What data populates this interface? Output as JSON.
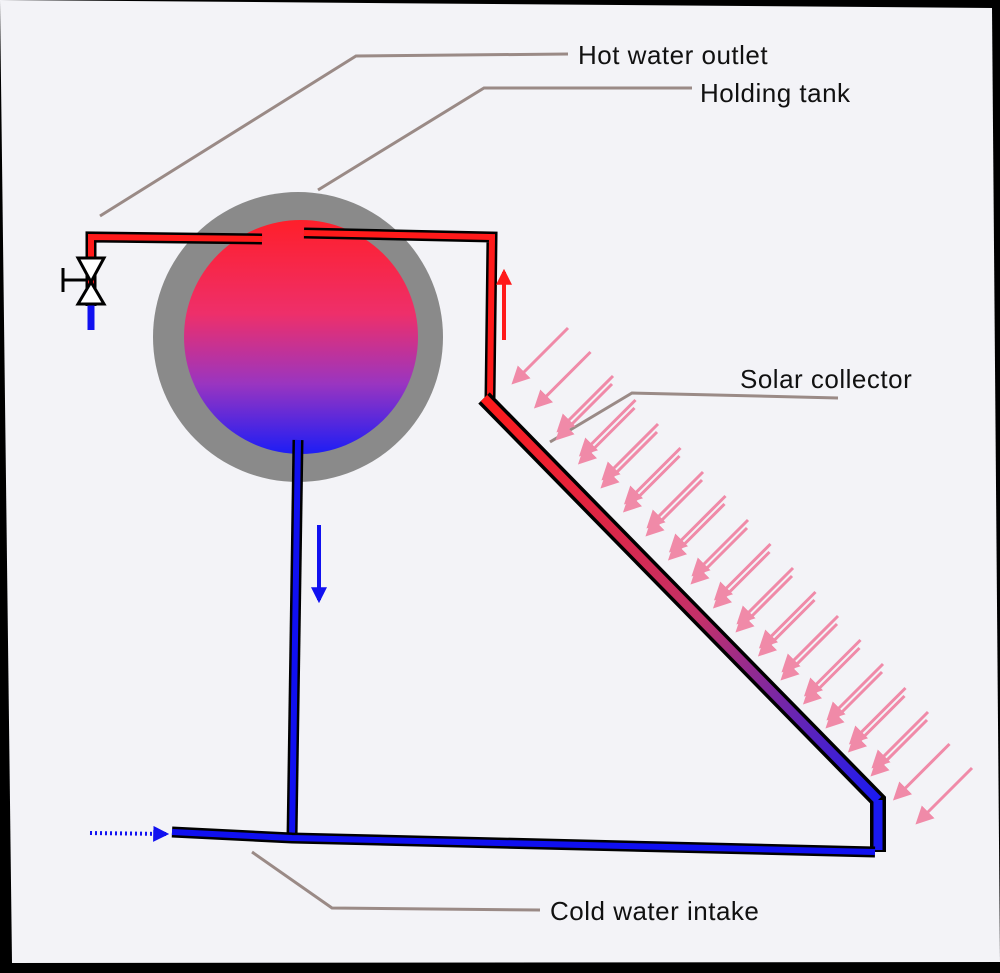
{
  "labels": {
    "hot_water_outlet": "Hot water outlet",
    "holding_tank": "Holding tank",
    "solar_collector": "Solar collector",
    "cold_water_intake": "Cold water intake"
  },
  "colors": {
    "background": "#f3f3f7",
    "frame": "#000000",
    "hot_pipe": "#ff1a1a",
    "cold_pipe": "#1010f0",
    "tank_insulation": "#8a8a8a",
    "sun_rays": "#f08aa8",
    "leader_lines": "#9a8a86"
  },
  "icons": [
    "valve-icon",
    "flow-arrow-icon",
    "sun-ray-icon"
  ]
}
